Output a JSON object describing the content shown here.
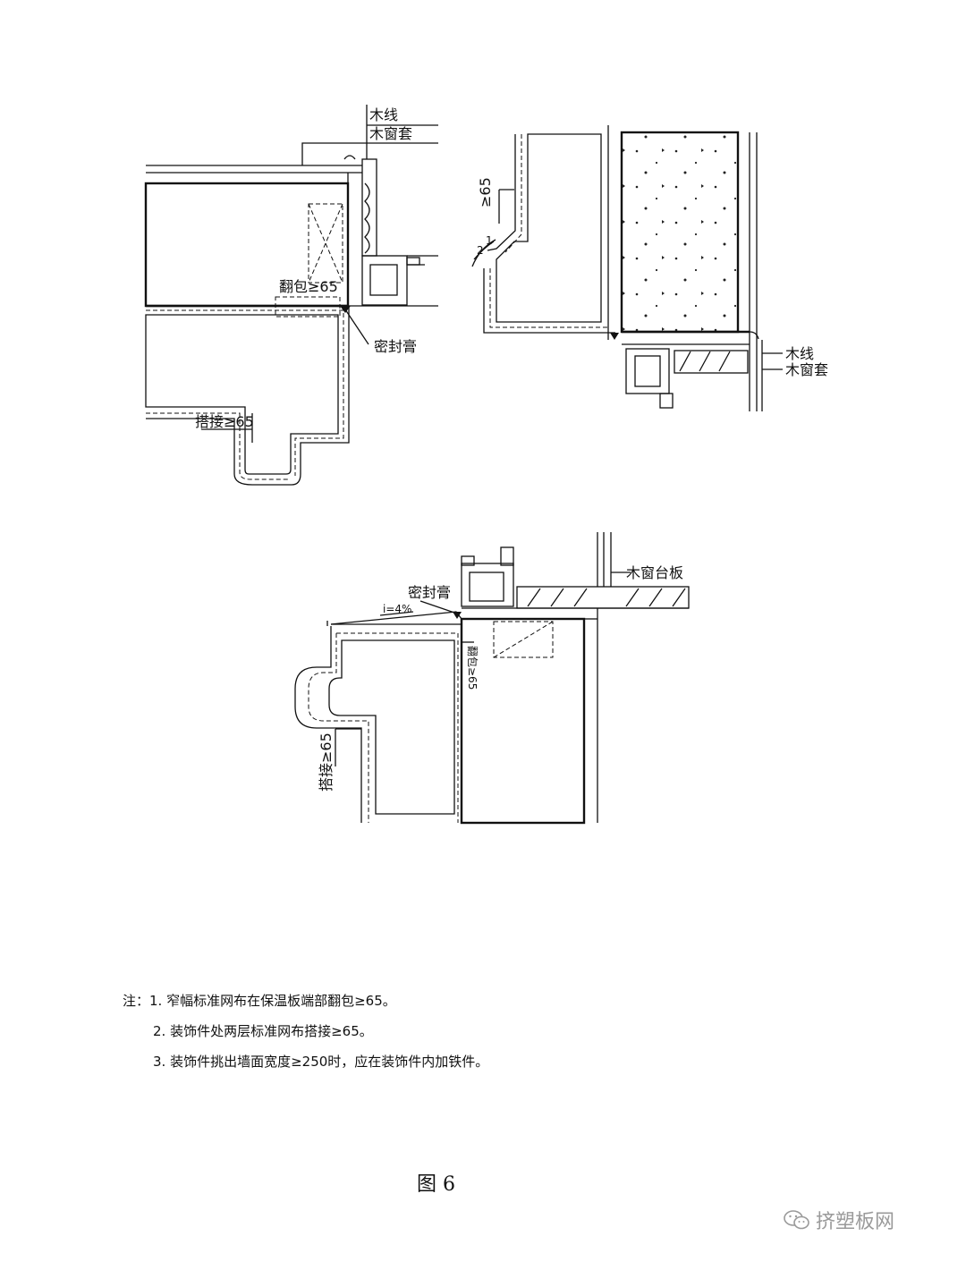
{
  "diagram": {
    "top_left": {
      "label_wood_line": "木线",
      "label_wood_casing": "木窗套",
      "label_wrap": "翻包≥65",
      "label_sealant": "密封膏",
      "label_overlap": "搭接≥65"
    },
    "top_right": {
      "label_min": "≥65",
      "label_slope_1": "1",
      "label_slope_2": "2",
      "label_wood_line": "木线",
      "label_wood_casing": "木窗套"
    },
    "bottom": {
      "label_sealant": "密封膏",
      "label_slope": "i=4%",
      "label_sill": "木窗台板",
      "label_wrap": "翻包≥65",
      "label_overlap": "搭接≥65"
    }
  },
  "notes": {
    "n1": "注：1. 窄幅标准网布在保温板端部翻包≥65。",
    "n2": "2. 装饰件处两层标准网布搭接≥65。",
    "n3": "3. 装饰件挑出墙面宽度≥250时，应在装饰件内加铁件。"
  },
  "figure_caption": "图 6",
  "watermark": "挤塑板网"
}
